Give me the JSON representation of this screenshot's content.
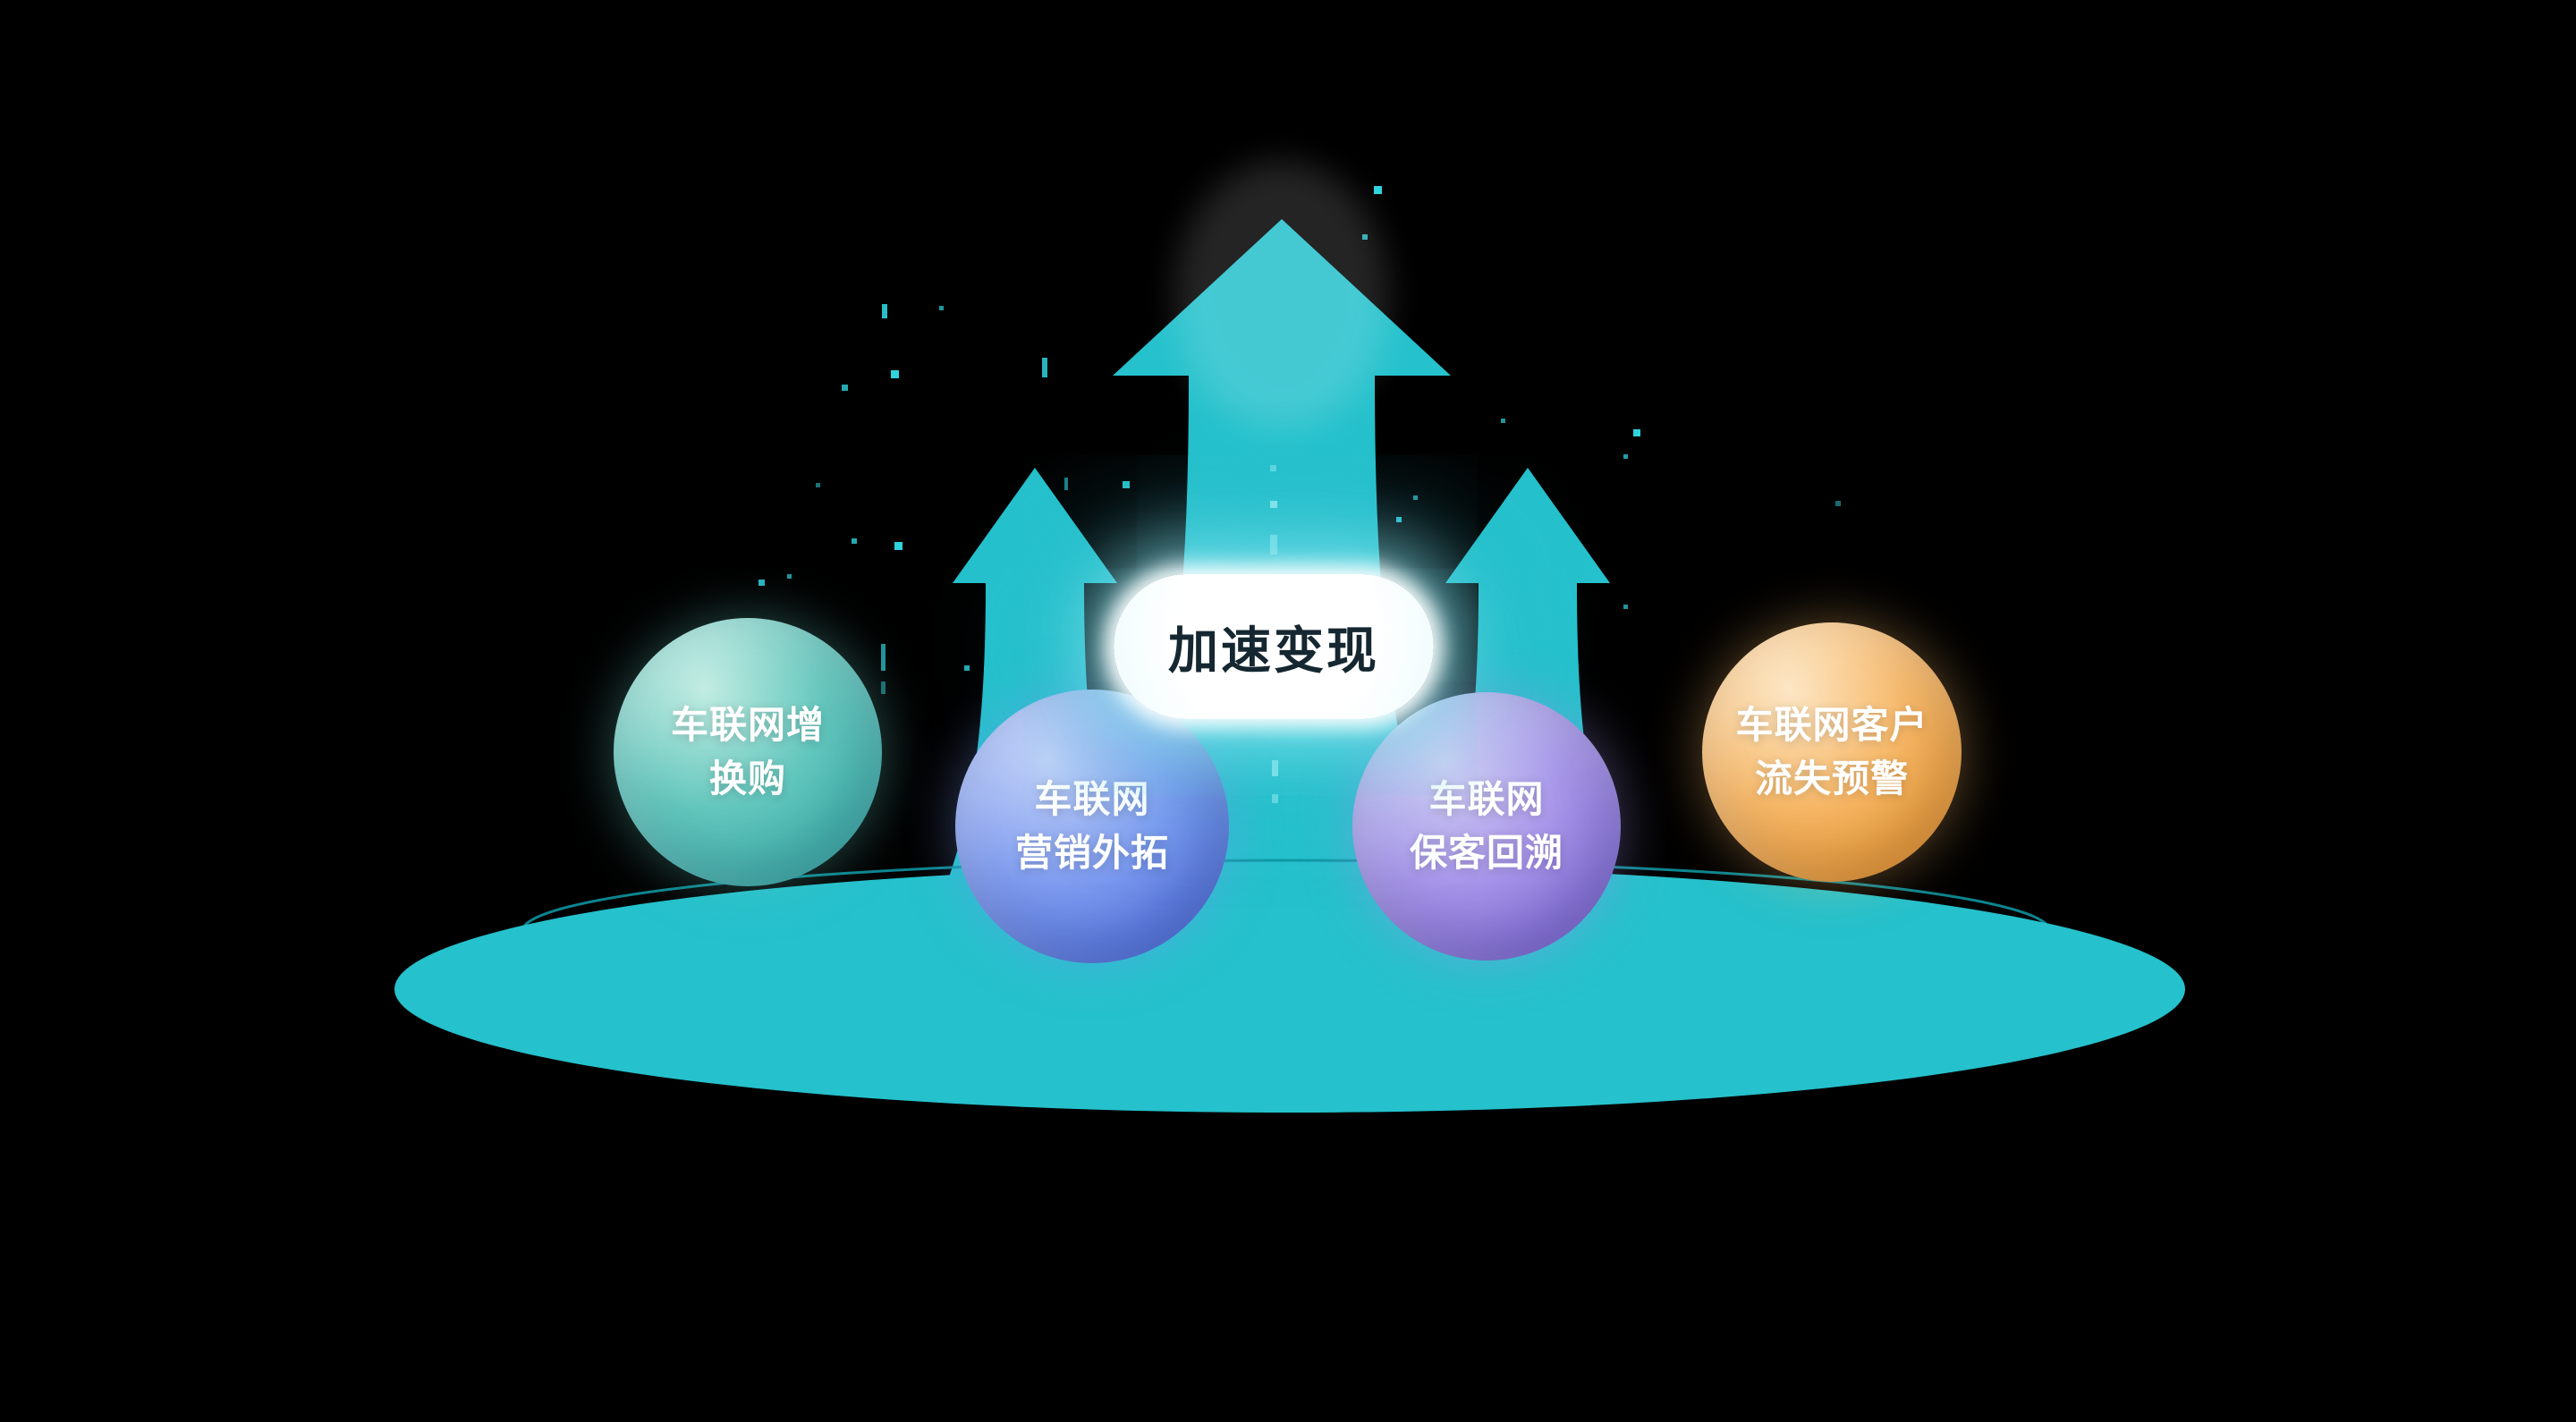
{
  "diagram": {
    "background_color": "#000000",
    "platform_color": "#25c1cc",
    "arrow_color": "#28c3ce",
    "decor_dot_color": "#2ed3dd",
    "center_badge": {
      "label": "加速变现",
      "text_color": "#152730",
      "glow_color": "#aef0f5"
    },
    "spheres": [
      {
        "id": "iov-upgrade-repurchase",
        "lines": [
          "车联网增",
          "换购"
        ],
        "color_light": "#c2ece2",
        "color_mid": "#62c6bd",
        "color_deep": "#2ba8a6"
      },
      {
        "id": "iov-marketing-expansion",
        "lines": [
          "车联网",
          "营销外拓"
        ],
        "color_light": "#c3d2f8",
        "color_mid": "#7e9bef",
        "color_deep": "#3c60dd"
      },
      {
        "id": "iov-customer-retention",
        "lines": [
          "车联网",
          "保客回溯"
        ],
        "color_light": "#d9d2f6",
        "color_mid": "#a795e9",
        "color_deep": "#6e59d2"
      },
      {
        "id": "iov-churn-warning",
        "lines": [
          "车联网客户",
          "流失预警"
        ],
        "color_light": "#fce6c4",
        "color_mid": "#f6b767",
        "color_deep": "#ec8d17"
      }
    ]
  }
}
